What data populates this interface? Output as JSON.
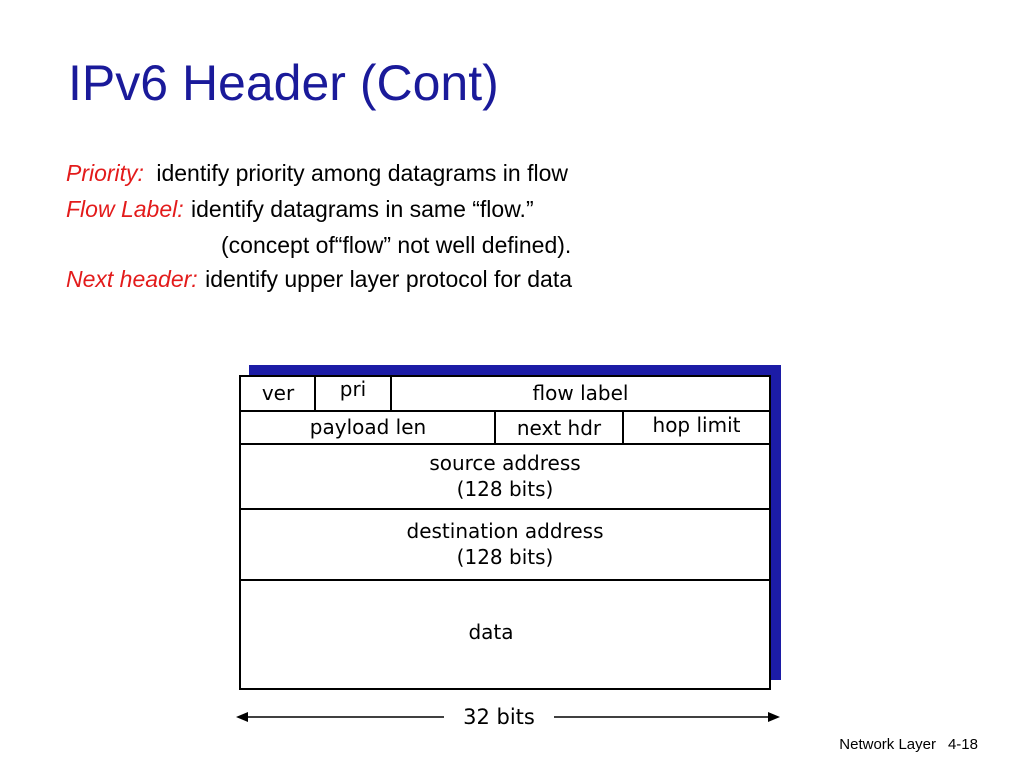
{
  "slide": {
    "title": "IPv6 Header (Cont)",
    "definitions": [
      {
        "term": "Priority:",
        "description": "identify priority among datagrams in flow"
      },
      {
        "term": "Flow Label:",
        "description": "identify datagrams in same “flow.”",
        "continuation": "(concept of“flow” not well defined)."
      },
      {
        "term": "Next header:",
        "description": "identify upper layer protocol for data"
      }
    ],
    "colors": {
      "title": "#1a1a9a",
      "term": "#e31b1b",
      "box_shadow": "#1c1ca6"
    }
  },
  "diagram": {
    "fields": {
      "ver": "ver",
      "pri": "pri",
      "flow_label": "flow label",
      "payload_len": "payload len",
      "next_hdr": "next hdr",
      "hop_limit": "hop limit",
      "source_address": [
        "source address",
        "(128 bits)"
      ],
      "destination_address": [
        "destination address",
        "(128 bits)"
      ],
      "data": "data"
    },
    "width_label": "32 bits"
  },
  "footer": {
    "section": "Network Layer",
    "page": "4-18"
  }
}
